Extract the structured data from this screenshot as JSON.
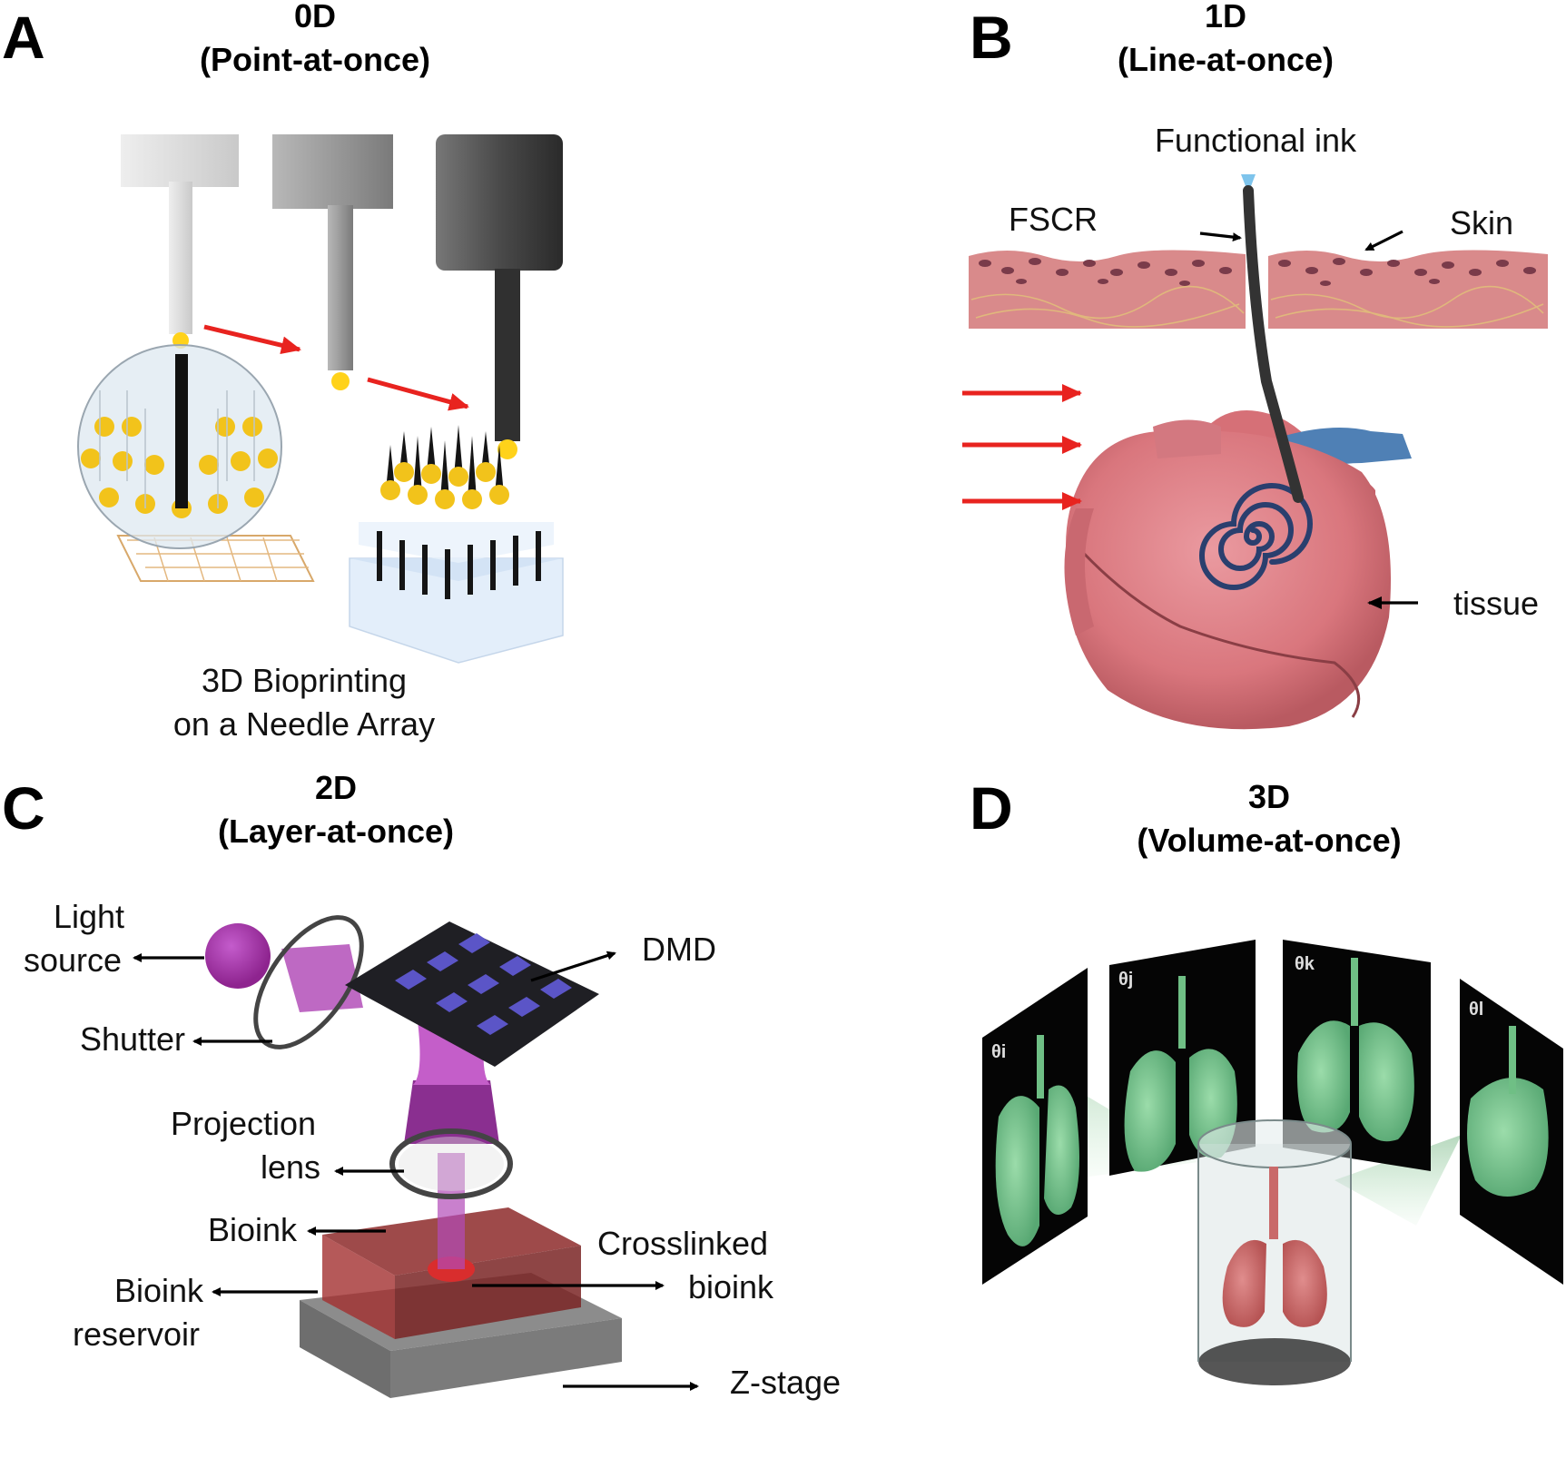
{
  "panels": {
    "a": {
      "letter": "A",
      "title": "0D",
      "subtitle": "(Point-at-once)",
      "caption_line1": "3D Bioprinting",
      "caption_line2": "on a Needle Array"
    },
    "b": {
      "letter": "B",
      "title": "1D",
      "subtitle": "(Line-at-once)",
      "label_functional_ink": "Functional ink",
      "label_fscr": "FSCR",
      "label_skin": "Skin",
      "label_tissue": "tissue"
    },
    "c": {
      "letter": "C",
      "title": "2D",
      "subtitle": "(Layer-at-once)",
      "label_light_1": "Light",
      "label_light_2": "source",
      "label_shutter": "Shutter",
      "label_dmd": "DMD",
      "label_projection_1": "Projection",
      "label_projection_2": "lens",
      "label_bioink": "Bioink",
      "label_crosslinked_1": "Crosslinked",
      "label_crosslinked_2": "bioink",
      "label_reservoir_1": "Bioink",
      "label_reservoir_2": "reservoir",
      "label_zstage": "Z-stage"
    },
    "d": {
      "letter": "D",
      "title": "3D",
      "subtitle": "(Volume-at-once)",
      "angle_i": "θi",
      "angle_j": "θj",
      "angle_k": "θk",
      "angle_l": "θl"
    }
  },
  "colors": {
    "red_arrow": "#e8231f",
    "heart": "#d9767d",
    "skin": "#d6898a",
    "ink_blue": "#2a3f6e",
    "purple": "#a03aa8",
    "lung_green": "#78c48e",
    "lung_red": "#c96a6a"
  }
}
